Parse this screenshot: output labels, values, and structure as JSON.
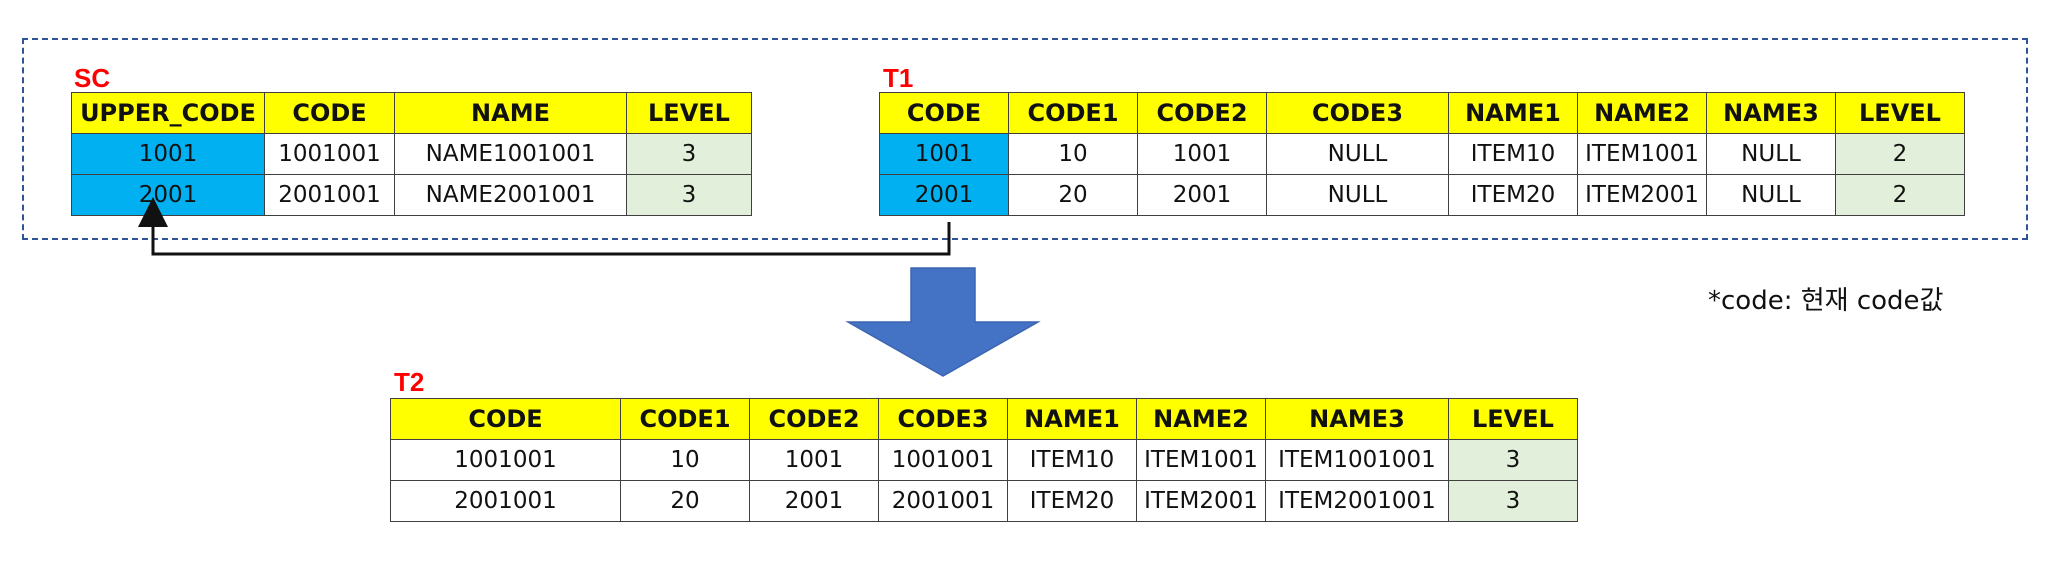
{
  "note": "*code: 현재 code값",
  "tables": {
    "sc": {
      "title": "SC",
      "headers": [
        "UPPER_CODE",
        "CODE",
        "NAME",
        "LEVEL"
      ],
      "rows": [
        [
          "1001",
          "1001001",
          "NAME1001001",
          "3"
        ],
        [
          "2001",
          "2001001",
          "NAME2001001",
          "3"
        ]
      ]
    },
    "t1": {
      "title": "T1",
      "headers": [
        "CODE",
        "CODE1",
        "CODE2",
        "CODE3",
        "NAME1",
        "NAME2",
        "NAME3",
        "LEVEL"
      ],
      "rows": [
        [
          "1001",
          "10",
          "1001",
          "NULL",
          "ITEM10",
          "ITEM1001",
          "NULL",
          "2"
        ],
        [
          "2001",
          "20",
          "2001",
          "NULL",
          "ITEM20",
          "ITEM2001",
          "NULL",
          "2"
        ]
      ]
    },
    "t2": {
      "title": "T2",
      "headers": [
        "CODE",
        "CODE1",
        "CODE2",
        "CODE3",
        "NAME1",
        "NAME2",
        "NAME3",
        "LEVEL"
      ],
      "rows": [
        [
          "1001001",
          "10",
          "1001",
          "1001001",
          "ITEM10",
          "ITEM1001",
          "ITEM1001001",
          "3"
        ],
        [
          "2001001",
          "20",
          "2001",
          "2001001",
          "ITEM20",
          "ITEM2001",
          "ITEM2001001",
          "3"
        ]
      ]
    }
  },
  "colors": {
    "header_fill": "#ffff00",
    "key_fill": "#00b0f0",
    "level_fill": "#e2efda",
    "title_color": "#ff0000",
    "arrow_fill": "#4472c4",
    "dashed_border": "#2f5597"
  }
}
